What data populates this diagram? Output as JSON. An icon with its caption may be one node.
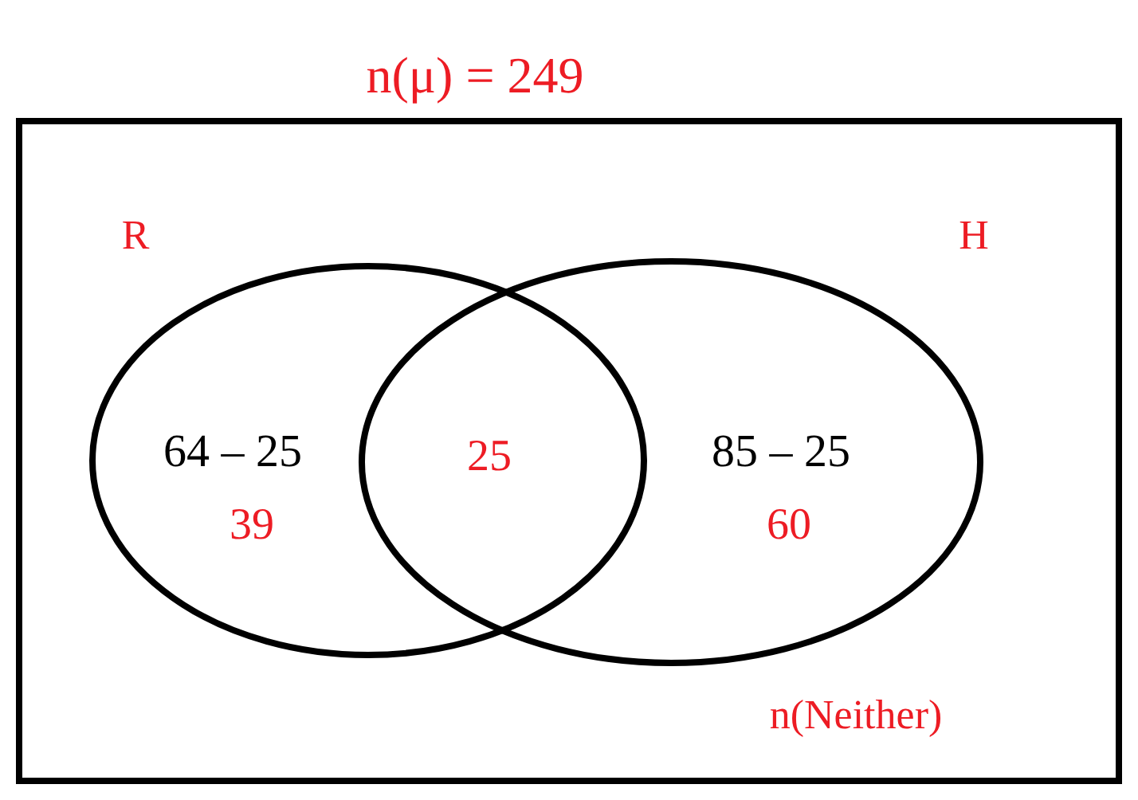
{
  "diagram": {
    "nodes": [
      {
        "text": [
          "n(μ) = 249",
          "n(Neither)"
        ]
      },
      {
        "text": [
          "R",
          "64 – 25",
          "39"
        ],
        "in": 0
      },
      {
        "text": [
          "H",
          "85 – 25",
          "60"
        ],
        "in": 0
      }
    ],
    "labels": [
      "25"
    ]
  }
}
